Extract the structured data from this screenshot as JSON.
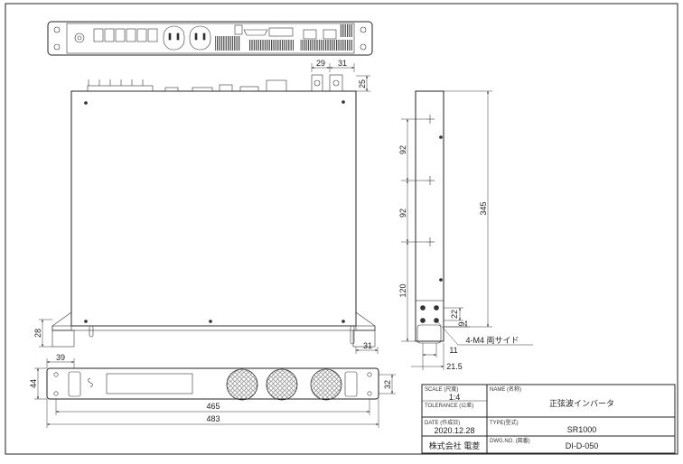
{
  "dimensions": {
    "d29": "29",
    "d31_top": "31",
    "d25": "25",
    "d28": "28",
    "d31_bottom": "31",
    "d92a": "92",
    "d92b": "92",
    "d120": "120",
    "d345": "345",
    "d22": "22",
    "d9": "9",
    "hole_note": "4-M4 両サイド",
    "d11": "11",
    "d21_5": "21.5",
    "d39": "39",
    "d44": "44",
    "d32": "32",
    "d465": "465",
    "d483": "483"
  },
  "title_block": {
    "scale_label": "SCALE (尺度)",
    "scale_value": "1:4",
    "tolerance_label": "TOLERANCE (公差)",
    "name_label": "NAME (名称)",
    "name_value": "正弦波インバータ",
    "date_label": "DATE (作成日)",
    "date_value": "2020.12.28",
    "type_label": "TYPE(型式)",
    "type_value": "SR1000",
    "company": "株式会社 電菱",
    "dwg_label": "DWG.NO. (図番)",
    "dwg_value": "DI-D-050"
  }
}
